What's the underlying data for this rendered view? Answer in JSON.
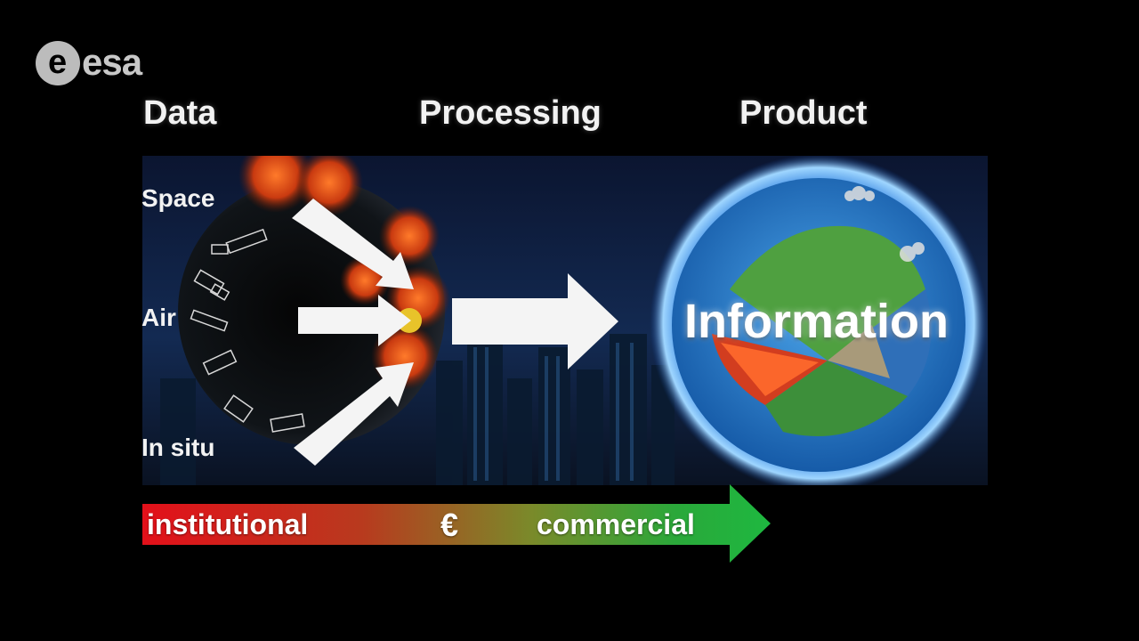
{
  "logo": {
    "text": "esa"
  },
  "headings": {
    "data": "Data",
    "processing": "Processing",
    "product": "Product"
  },
  "sources": {
    "space": "Space",
    "air": "Air",
    "in_situ": "In situ"
  },
  "center": {
    "label": "Information"
  },
  "scale": {
    "left": "institutional",
    "middle": "€",
    "right": "commercial"
  },
  "colors": {
    "red": "#e3101a",
    "green": "#1eb840",
    "globe": "#2a8fe0"
  },
  "icons": [
    "satellite-icon",
    "arrow-right-icon",
    "earth-globe-icon",
    "esa-logo-icon"
  ]
}
